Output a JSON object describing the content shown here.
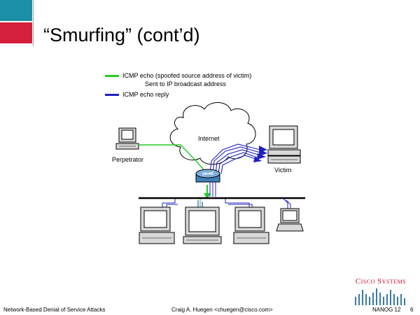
{
  "slide": {
    "title": "“Smurfing” (cont’d)",
    "accent_colors": [
      "#1a8fa6",
      "#d4203a"
    ]
  },
  "legend": {
    "echo": {
      "label": "ICMP echo (spoofed source address of victim)",
      "sublabel": "Sent to IP broadcast address",
      "color": "#22cc22"
    },
    "reply": {
      "label": "ICMP echo reply",
      "color": "#2020c0"
    }
  },
  "diagram": {
    "internet_label": "Internet",
    "perpetrator_label": "Perpetrator",
    "victim_label": "Victim"
  },
  "footer": {
    "left": "Network-Based Denial of Service Attacks",
    "center": "Craig A. Huegen <chuegen@cisco.com>",
    "right": "NANOG 12",
    "page": "6"
  },
  "brand": {
    "name": "Cisco Systems",
    "color": "#c8102e"
  }
}
